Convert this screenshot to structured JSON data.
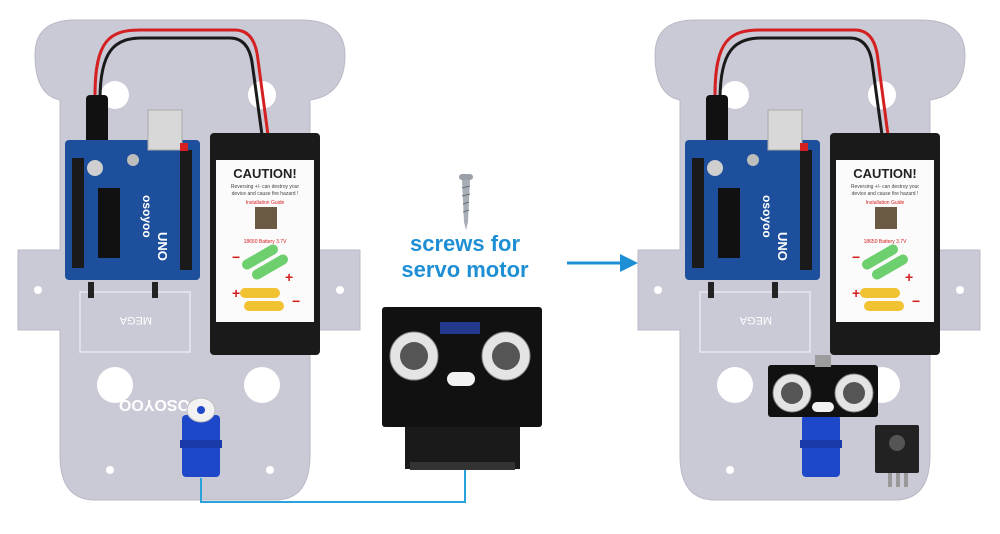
{
  "annotation": {
    "line1": "screws for",
    "line2": "servo motor"
  },
  "battery_label": {
    "heading": "CAUTION!",
    "warning_line1": "Reversing +/- can destroy your",
    "warning_line2": "device and cause fire hazard !",
    "guide_title": "Installation Guide",
    "battery_text": "18650 Battery 3.7V"
  },
  "board": {
    "brand": "osoyoo",
    "model": "UNO",
    "mega_text": "MEGA"
  },
  "chassis": {
    "brand_mark": "OSOYOO"
  },
  "colors": {
    "accent_blue": "#1e8fd4",
    "chassis": "#c9cad6",
    "board_blue": "#1d4f9c",
    "servo_blue": "#1f47c9",
    "wire": "#2aa3dc"
  }
}
